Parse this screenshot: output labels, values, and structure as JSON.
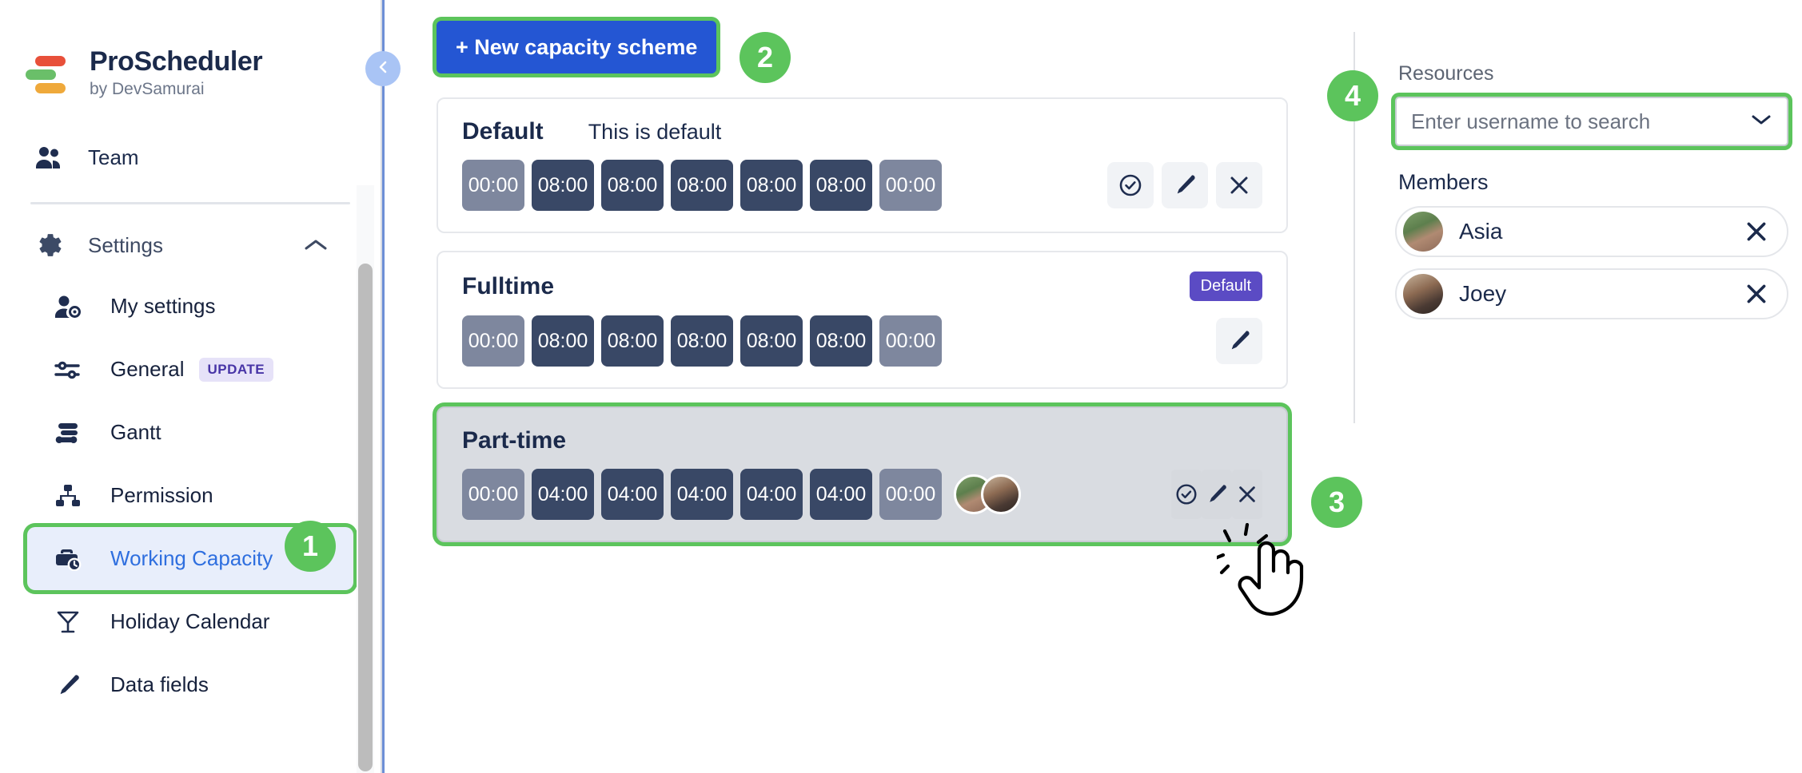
{
  "brand": {
    "title": "ProScheduler",
    "subtitle": "by DevSamurai",
    "logo_icon": "logo-bars-icon"
  },
  "sidebar": {
    "team": {
      "label": "Team",
      "icon": "team-icon"
    },
    "settings_group": {
      "label": "Settings",
      "icon": "gear-icon",
      "chevron": "chevron-up-icon"
    },
    "items": [
      {
        "label": "My settings",
        "icon": "user-gear-icon"
      },
      {
        "label": "General",
        "icon": "sliders-icon",
        "badge": "UPDATE"
      },
      {
        "label": "Gantt",
        "icon": "gantt-icon"
      },
      {
        "label": "Permission",
        "icon": "org-chart-icon"
      },
      {
        "label": "Working Capacity",
        "icon": "briefcase-clock-icon"
      },
      {
        "label": "Holiday Calendar",
        "icon": "cocktail-icon"
      },
      {
        "label": "Data fields",
        "icon": "pencil-icon"
      }
    ],
    "collapse_button_icon": "chevron-left-icon"
  },
  "main": {
    "new_scheme_button": "+ New capacity scheme",
    "schemes": [
      {
        "name": "Default",
        "description": "This is default",
        "badge": "",
        "days": [
          {
            "value": "00:00",
            "type": "off"
          },
          {
            "value": "08:00",
            "type": "work"
          },
          {
            "value": "08:00",
            "type": "work"
          },
          {
            "value": "08:00",
            "type": "work"
          },
          {
            "value": "08:00",
            "type": "work"
          },
          {
            "value": "08:00",
            "type": "work"
          },
          {
            "value": "00:00",
            "type": "off"
          }
        ],
        "actions": [
          "check-circle-icon",
          "pencil-icon",
          "close-icon"
        ],
        "avatars": []
      },
      {
        "name": "Fulltime",
        "description": "",
        "badge": "Default",
        "days": [
          {
            "value": "00:00",
            "type": "off"
          },
          {
            "value": "08:00",
            "type": "work"
          },
          {
            "value": "08:00",
            "type": "work"
          },
          {
            "value": "08:00",
            "type": "work"
          },
          {
            "value": "08:00",
            "type": "work"
          },
          {
            "value": "08:00",
            "type": "work"
          },
          {
            "value": "00:00",
            "type": "off"
          }
        ],
        "actions": [
          "pencil-icon"
        ],
        "avatars": []
      },
      {
        "name": "Part-time",
        "description": "",
        "badge": "",
        "days": [
          {
            "value": "00:00",
            "type": "off"
          },
          {
            "value": "04:00",
            "type": "work"
          },
          {
            "value": "04:00",
            "type": "work"
          },
          {
            "value": "04:00",
            "type": "work"
          },
          {
            "value": "04:00",
            "type": "work"
          },
          {
            "value": "04:00",
            "type": "work"
          },
          {
            "value": "00:00",
            "type": "off"
          }
        ],
        "actions": [
          "check-circle-icon",
          "pencil-icon",
          "close-icon"
        ],
        "avatars": [
          "avatar-asia",
          "avatar-joey"
        ]
      }
    ]
  },
  "right_panel": {
    "resources_label": "Resources",
    "search_placeholder": "Enter username to search",
    "search_value": "",
    "dropdown_icon": "chevron-down-icon",
    "members_label": "Members",
    "members": [
      {
        "name": "Asia",
        "remove_icon": "close-icon"
      },
      {
        "name": "Joey",
        "remove_icon": "close-icon"
      }
    ]
  },
  "annotations": {
    "steps": [
      "1",
      "2",
      "3",
      "4"
    ],
    "cursor_icon": "click-hand-icon",
    "highlight_color": "#5cc45c"
  },
  "colors": {
    "primary_blue": "#2456d3",
    "work_chip": "#394866",
    "off_chip": "#7e879e",
    "badge_purple": "#5b4bc4",
    "update_badge_bg": "#e6e2f8",
    "update_badge_text": "#4734a6",
    "active_item_bg": "#e8eefb",
    "active_item_text": "#2f6fdf"
  }
}
